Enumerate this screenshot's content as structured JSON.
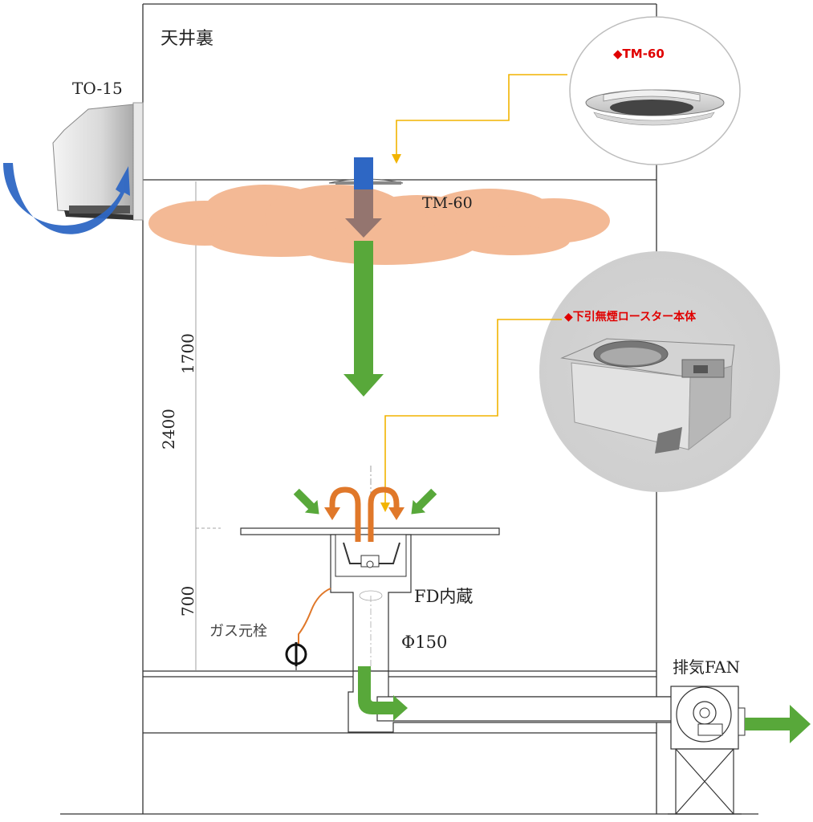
{
  "labels": {
    "ceiling_space": "天井裏",
    "to15": "TO-15",
    "tm60_callout": "◆TM-60",
    "tm60": "TM-60",
    "roaster_callout": "◆下引無煙ロースター本体",
    "dim_1700": "1700",
    "dim_2400": "2400",
    "dim_700": "700",
    "fd": "FD内蔵",
    "gas_valve": "ガス元栓",
    "duct_dia": "Φ150",
    "exhaust_fan": "排気FAN"
  },
  "colors": {
    "supply_blue": "#2e67c4",
    "green_arrow": "#58a83a",
    "orange_arrow": "#e0782a",
    "smoke_cloud": "#f3b995",
    "callout_line": "#f2b400",
    "callout_text": "#e00000"
  },
  "icons": {
    "tm60_photo": "ceiling-diffuser-photo",
    "to15_photo": "wall-hood-photo",
    "roaster_photo": "roaster-unit-photo",
    "gas_valve": "valve-symbol-icon"
  }
}
